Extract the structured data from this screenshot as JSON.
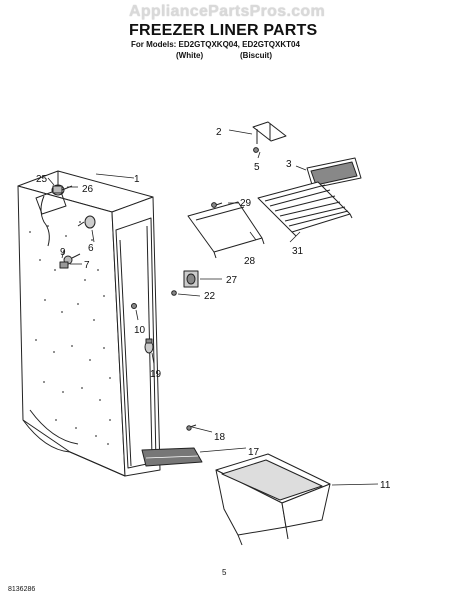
{
  "watermark": "AppliancePartsPros.com",
  "title": "FREEZER LINER PARTS",
  "models_line": "For Models: ED2GTQXKQ04, ED2GTQXKT04",
  "variant_white": "(White)",
  "variant_biscuit": "(Biscuit)",
  "page_number": "5",
  "document_code": "8136286",
  "callouts": [
    "1",
    "2",
    "3",
    "5",
    "6",
    "7",
    "9",
    "10",
    "11",
    "17",
    "18",
    "19",
    "22",
    "25",
    "26",
    "27",
    "28",
    "29",
    "31"
  ]
}
